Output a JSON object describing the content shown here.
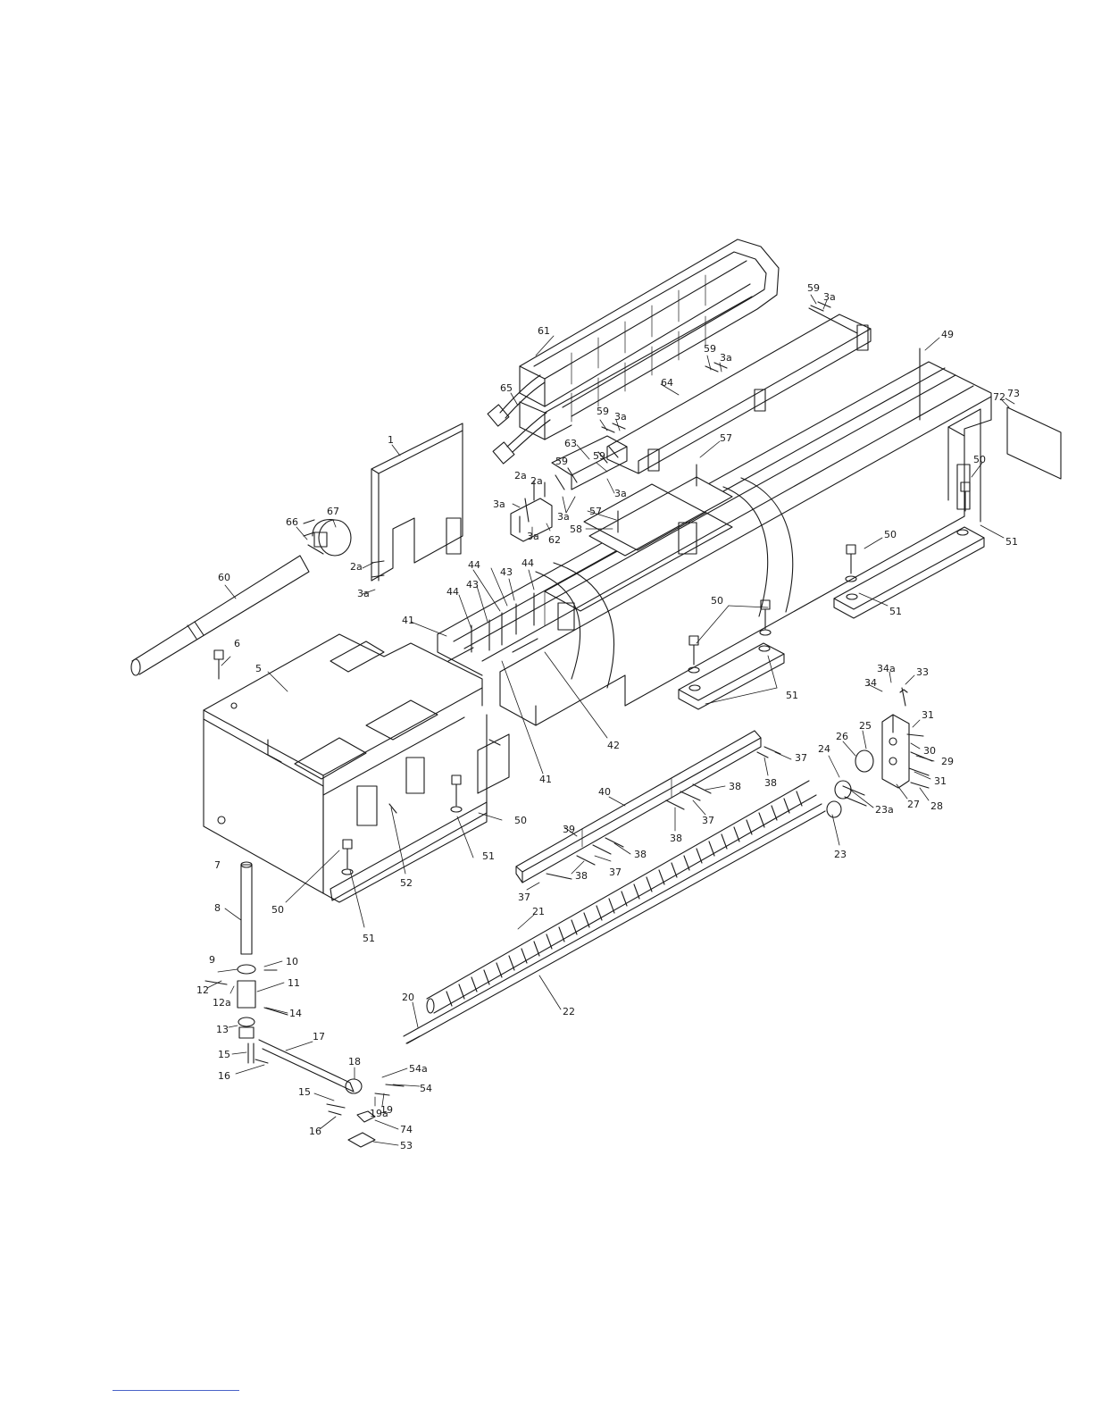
{
  "labels": [
    {
      "id": "l-1",
      "text": "1"
    },
    {
      "id": "l-2a-a",
      "text": "2a"
    },
    {
      "id": "l-3a-a",
      "text": "3a"
    },
    {
      "id": "l-5",
      "text": "5"
    },
    {
      "id": "l-6",
      "text": "6"
    },
    {
      "id": "l-60",
      "text": "60"
    },
    {
      "id": "l-66",
      "text": "66"
    },
    {
      "id": "l-67",
      "text": "67"
    },
    {
      "id": "l-7",
      "text": "7"
    },
    {
      "id": "l-8",
      "text": "8"
    },
    {
      "id": "l-9",
      "text": "9"
    },
    {
      "id": "l-10",
      "text": "10"
    },
    {
      "id": "l-11",
      "text": "11"
    },
    {
      "id": "l-12",
      "text": "12"
    },
    {
      "id": "l-12a",
      "text": "12a"
    },
    {
      "id": "l-13",
      "text": "13"
    },
    {
      "id": "l-14",
      "text": "14"
    },
    {
      "id": "l-15-a",
      "text": "15"
    },
    {
      "id": "l-16-a",
      "text": "16"
    },
    {
      "id": "l-17",
      "text": "17"
    },
    {
      "id": "l-18",
      "text": "18"
    },
    {
      "id": "l-15-b",
      "text": "15"
    },
    {
      "id": "l-16-b",
      "text": "16"
    },
    {
      "id": "l-19a",
      "text": "19a"
    },
    {
      "id": "l-19",
      "text": "19"
    },
    {
      "id": "l-54a",
      "text": "54a"
    },
    {
      "id": "l-54",
      "text": "54"
    },
    {
      "id": "l-74",
      "text": "74"
    },
    {
      "id": "l-53",
      "text": "53"
    },
    {
      "id": "l-20",
      "text": "20"
    },
    {
      "id": "l-21",
      "text": "21"
    },
    {
      "id": "l-22",
      "text": "22"
    },
    {
      "id": "l-23",
      "text": "23"
    },
    {
      "id": "l-23a",
      "text": "23a"
    },
    {
      "id": "l-24",
      "text": "24"
    },
    {
      "id": "l-25",
      "text": "25"
    },
    {
      "id": "l-26",
      "text": "26"
    },
    {
      "id": "l-27",
      "text": "27"
    },
    {
      "id": "l-28",
      "text": "28"
    },
    {
      "id": "l-29",
      "text": "29"
    },
    {
      "id": "l-30",
      "text": "30"
    },
    {
      "id": "l-31-a",
      "text": "31"
    },
    {
      "id": "l-31-b",
      "text": "31"
    },
    {
      "id": "l-33",
      "text": "33"
    },
    {
      "id": "l-34",
      "text": "34"
    },
    {
      "id": "l-34a",
      "text": "34a"
    },
    {
      "id": "l-37-a",
      "text": "37"
    },
    {
      "id": "l-37-b",
      "text": "37"
    },
    {
      "id": "l-37-c",
      "text": "37"
    },
    {
      "id": "l-37-d",
      "text": "37"
    },
    {
      "id": "l-38-a",
      "text": "38"
    },
    {
      "id": "l-38-b",
      "text": "38"
    },
    {
      "id": "l-38-c",
      "text": "38"
    },
    {
      "id": "l-38-d",
      "text": "38"
    },
    {
      "id": "l-38-e",
      "text": "38"
    },
    {
      "id": "l-39",
      "text": "39"
    },
    {
      "id": "l-40",
      "text": "40"
    },
    {
      "id": "l-41-a",
      "text": "41"
    },
    {
      "id": "l-41-b",
      "text": "41"
    },
    {
      "id": "l-42",
      "text": "42"
    },
    {
      "id": "l-43-a",
      "text": "43"
    },
    {
      "id": "l-43-b",
      "text": "43"
    },
    {
      "id": "l-44-a",
      "text": "44"
    },
    {
      "id": "l-44-b",
      "text": "44"
    },
    {
      "id": "l-44-c",
      "text": "44"
    },
    {
      "id": "l-49",
      "text": "49"
    },
    {
      "id": "l-50-a",
      "text": "50"
    },
    {
      "id": "l-50-b",
      "text": "50"
    },
    {
      "id": "l-50-c",
      "text": "50"
    },
    {
      "id": "l-50-d",
      "text": "50"
    },
    {
      "id": "l-50-e",
      "text": "50"
    },
    {
      "id": "l-51-a",
      "text": "51"
    },
    {
      "id": "l-51-b",
      "text": "51"
    },
    {
      "id": "l-51-c",
      "text": "51"
    },
    {
      "id": "l-51-d",
      "text": "51"
    },
    {
      "id": "l-51-e",
      "text": "51"
    },
    {
      "id": "l-52",
      "text": "52"
    },
    {
      "id": "l-57-a",
      "text": "57"
    },
    {
      "id": "l-57-b",
      "text": "57"
    },
    {
      "id": "l-58",
      "text": "58"
    },
    {
      "id": "l-59-a",
      "text": "59"
    },
    {
      "id": "l-59-b",
      "text": "59"
    },
    {
      "id": "l-59-c",
      "text": "59"
    },
    {
      "id": "l-59-d",
      "text": "59"
    },
    {
      "id": "l-59-e",
      "text": "59"
    },
    {
      "id": "l-3a-b",
      "text": "3a"
    },
    {
      "id": "l-3a-c",
      "text": "3a"
    },
    {
      "id": "l-3a-d",
      "text": "3a"
    },
    {
      "id": "l-3a-e",
      "text": "3a"
    },
    {
      "id": "l-3a-f",
      "text": "3a"
    },
    {
      "id": "l-3a-g",
      "text": "3a"
    },
    {
      "id": "l-3a-h",
      "text": "3a"
    },
    {
      "id": "l-2a-b",
      "text": "2a"
    },
    {
      "id": "l-2a-c",
      "text": "2a"
    },
    {
      "id": "l-61",
      "text": "61"
    },
    {
      "id": "l-62",
      "text": "62"
    },
    {
      "id": "l-63",
      "text": "63"
    },
    {
      "id": "l-64",
      "text": "64"
    },
    {
      "id": "l-65",
      "text": "65"
    },
    {
      "id": "l-72",
      "text": "72"
    },
    {
      "id": "l-73",
      "text": "73"
    }
  ]
}
